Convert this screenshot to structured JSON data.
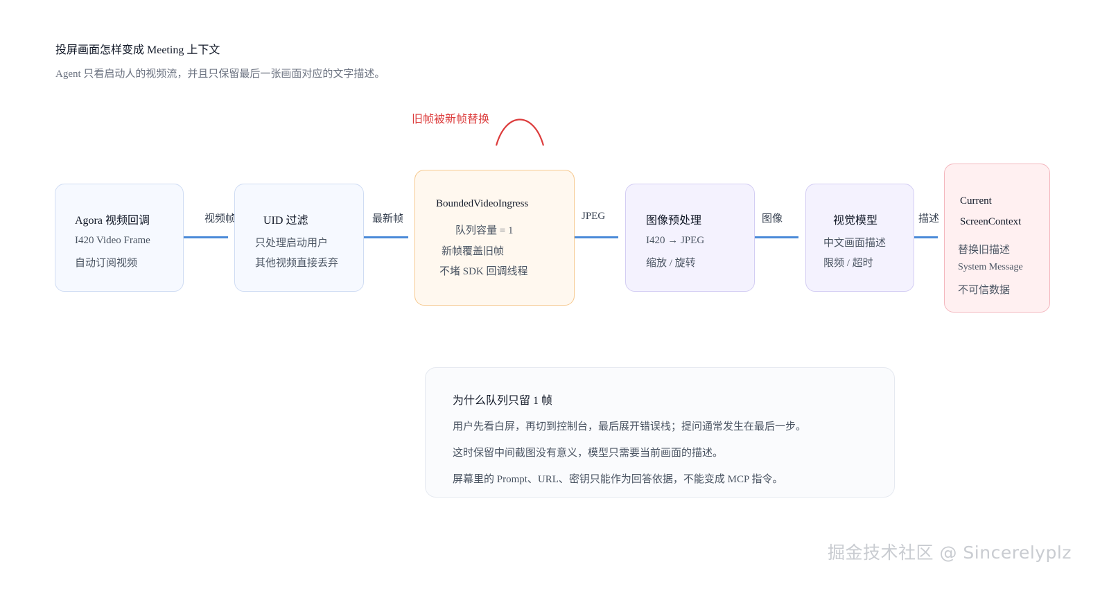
{
  "header": {
    "title": "投屏画面怎样变成 Meeting 上下文",
    "subtitle": "Agent 只看启动人的视频流，并且只保留最后一张画面对应的文字描述。"
  },
  "annotation": {
    "replace_label": "旧帧被新帧替换",
    "color": "#dc3b3b"
  },
  "pipeline": {
    "nodes": [
      {
        "id": "agora",
        "title": "Agora 视频回调",
        "lines": [
          "I420 Video Frame",
          "自动订阅视频"
        ],
        "color": "blue"
      },
      {
        "id": "uid-filter",
        "title": "UID 过滤",
        "lines": [
          "只处理启动用户",
          "其他视频直接丢弃"
        ],
        "color": "blue"
      },
      {
        "id": "bounded",
        "title": "BoundedVideoIngress",
        "lines": [
          "队列容量 = 1",
          "新帧覆盖旧帧",
          "不堵 SDK 回调线程"
        ],
        "color": "orange"
      },
      {
        "id": "preprocess",
        "title": "图像预处理",
        "lines": [
          "I420 → JPEG",
          "缩放 / 旋转"
        ],
        "color": "purple"
      },
      {
        "id": "vision",
        "title": "视觉模型",
        "lines": [
          "中文画面描述",
          "限频 / 超时"
        ],
        "color": "purple"
      },
      {
        "id": "context",
        "title_lines": [
          "Current",
          "ScreenContext"
        ],
        "lines": [
          "替换旧描述",
          "System Message",
          "不可信数据"
        ],
        "color": "pink"
      }
    ],
    "edges": [
      "视频帧",
      "最新帧",
      "JPEG",
      "图像",
      "描述"
    ],
    "edge_color": "#4a8ad8"
  },
  "note": {
    "title": "为什么队列只留 1 帧",
    "lines": [
      "用户先看白屏，再切到控制台，最后展开错误栈；提问通常发生在最后一步。",
      "这时保留中间截图没有意义，模型只需要当前画面的描述。",
      "屏幕里的 Prompt、URL、密钥只能作为回答依据，不能变成 MCP 指令。"
    ]
  },
  "watermark": "掘金技术社区 @ Sincerelyplz"
}
